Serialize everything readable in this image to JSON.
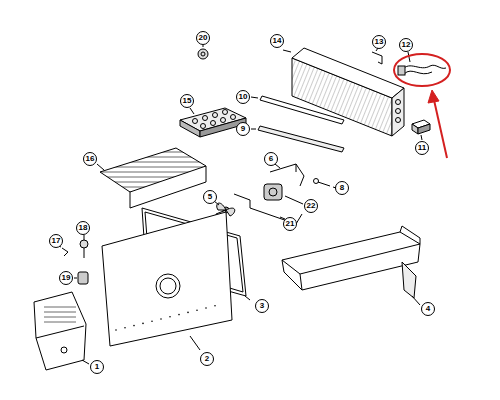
{
  "diagram": {
    "labels": [
      "20",
      "14",
      "13",
      "12",
      "10",
      "15",
      "9",
      "11",
      "16",
      "6",
      "8",
      "5",
      "22",
      "21",
      "18",
      "17",
      "3",
      "19",
      "4",
      "2",
      "1"
    ]
  }
}
